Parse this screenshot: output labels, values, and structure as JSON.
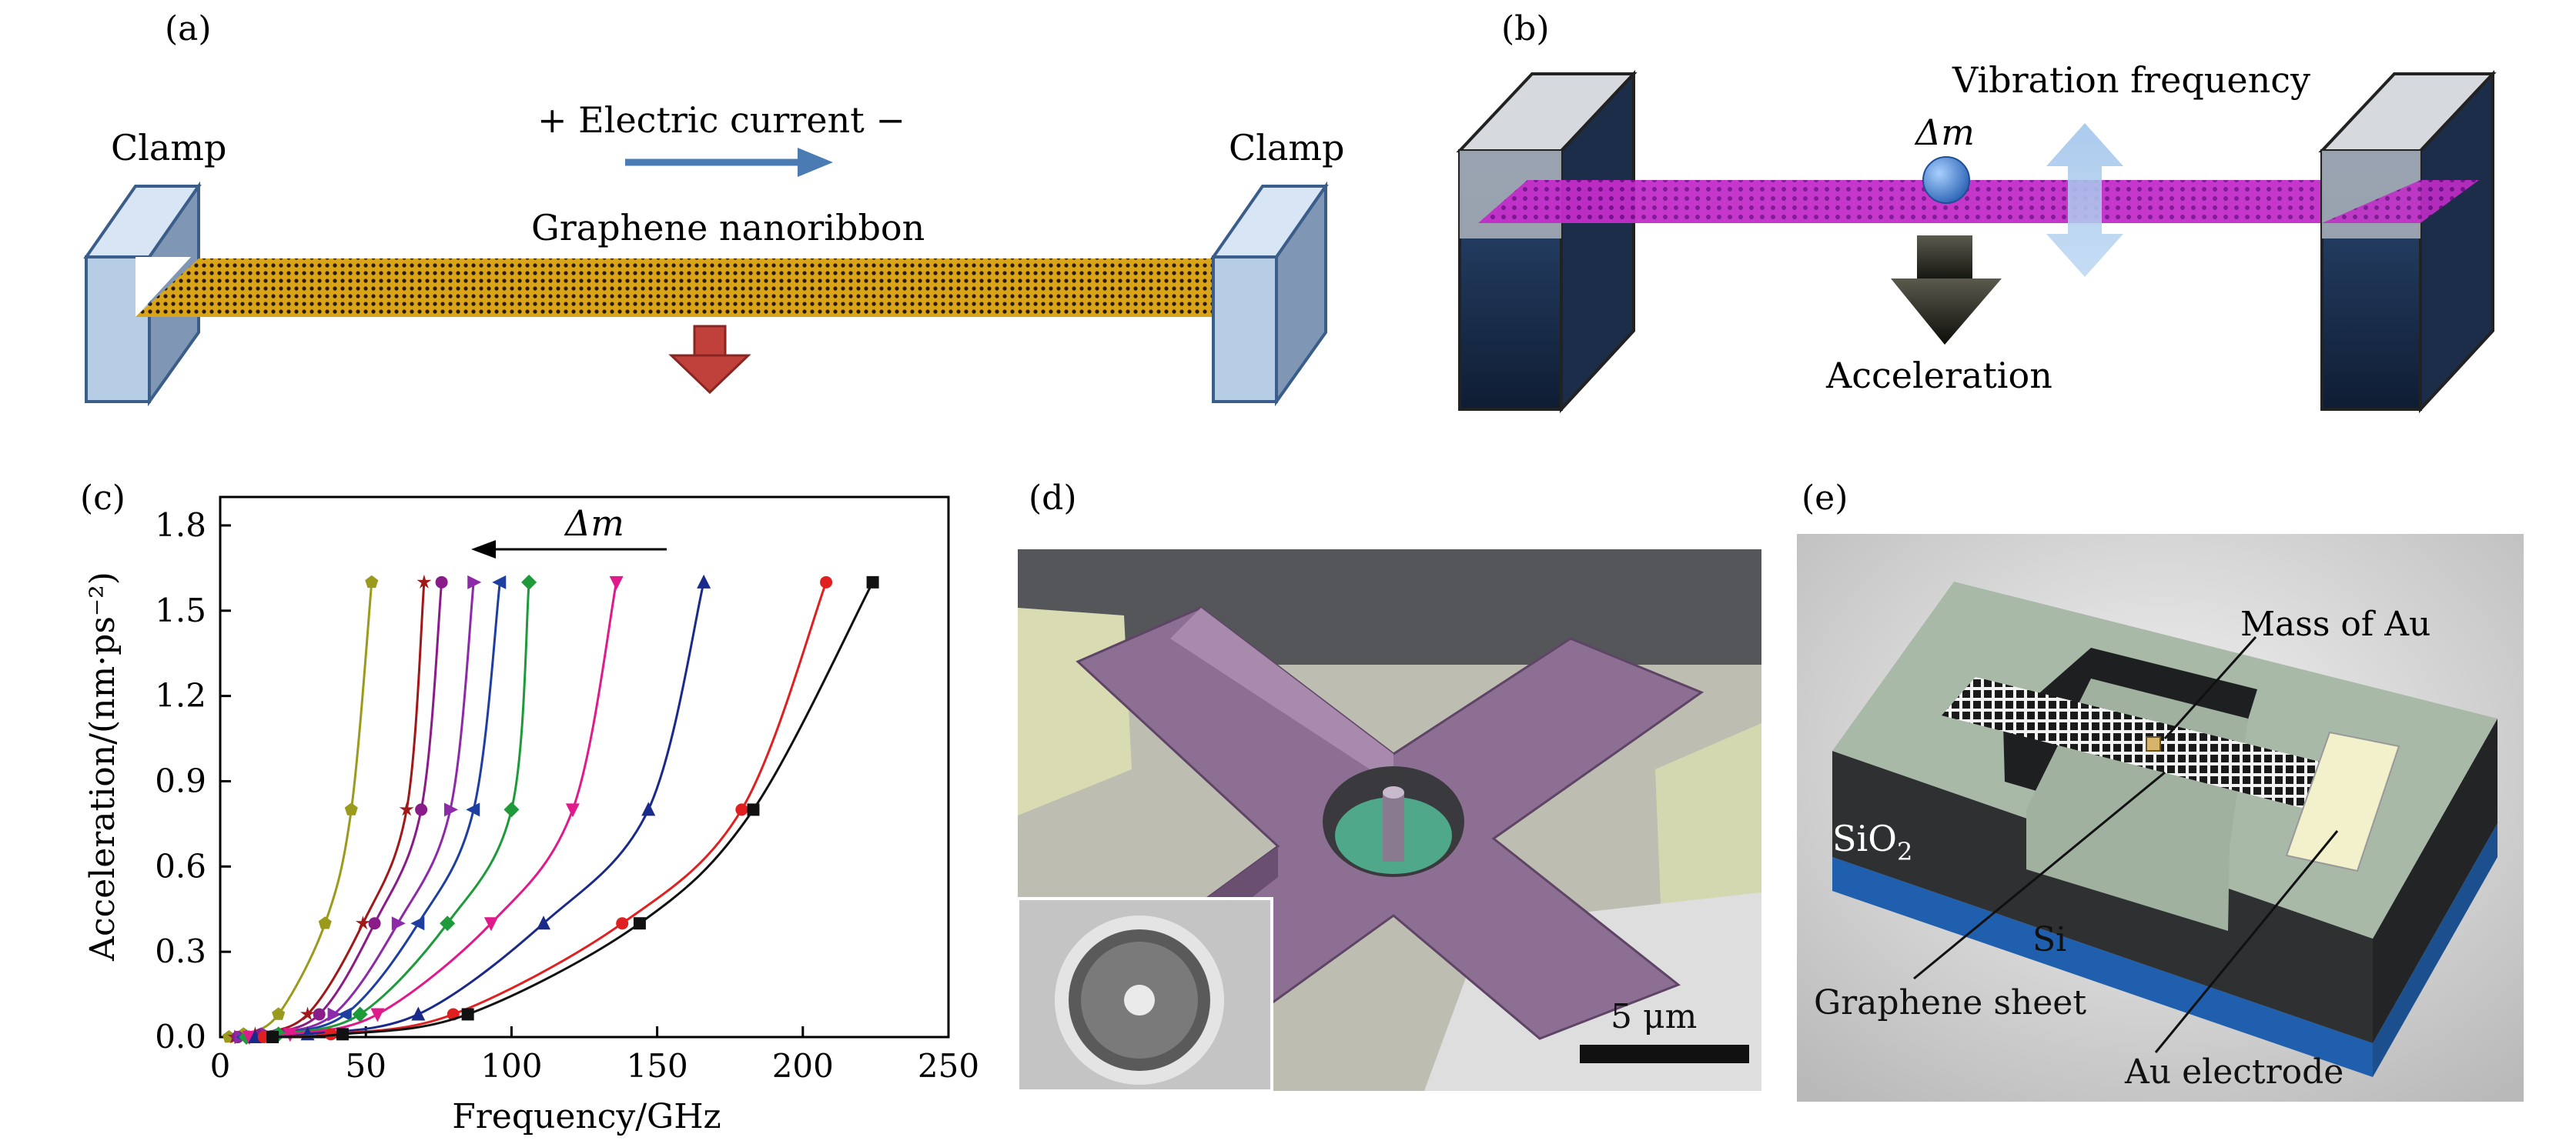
{
  "panel_a": {
    "label": "(a)",
    "clamp_left": "Clamp",
    "clamp_right": "Clamp",
    "current": "+ Electric current −",
    "ribbon": "Graphene nanoribbon",
    "colors": {
      "ribbon": "#d9a418",
      "clamp": "#b6cde6",
      "arrow_current": "#4a7bb3",
      "arrow_down": "#c0403b"
    }
  },
  "panel_b": {
    "label": "(b)",
    "dm": "Δm",
    "vibration": "Vibration frequency",
    "acceleration": "Acceleration",
    "colors": {
      "sheet": "#c02ac8",
      "block": "#1f3658",
      "block_top": "#c8ccd2",
      "ball": "#3f7fcf"
    }
  },
  "panel_c": {
    "label": "(c)",
    "dm_arrow": "Δm",
    "xlabel": "Frequency/GHz",
    "ylabel": "Acceleration/(nm·ps⁻²)",
    "xticks": [
      "0",
      "50",
      "100",
      "150",
      "200",
      "250"
    ],
    "yticks": [
      "0.0",
      "0.3",
      "0.6",
      "0.9",
      "1.2",
      "1.5",
      "1.8"
    ]
  },
  "panel_d": {
    "label": "(d)",
    "scale": "5 μm"
  },
  "panel_e": {
    "label": "(e)",
    "mass": "Mass of Au",
    "sio2": "SiO",
    "sio2_sub": "2",
    "si": "Si",
    "graphene": "Graphene sheet",
    "electrode": "Au electrode"
  },
  "chart_data": {
    "type": "line",
    "xlabel": "Frequency/GHz",
    "ylabel": "Acceleration/(nm·ps⁻²)",
    "xlim": [
      0,
      250
    ],
    "ylim": [
      0,
      1.8
    ],
    "xticks": [
      0,
      50,
      100,
      150,
      200,
      250
    ],
    "yticks": [
      0.0,
      0.3,
      0.6,
      0.9,
      1.2,
      1.5,
      1.8
    ],
    "annotation": "Δm",
    "series": [
      {
        "color": "#9a9a1c",
        "marker": "pentagon",
        "x": [
          3,
          8,
          20,
          36,
          45,
          52
        ],
        "y": [
          0.0,
          0.01,
          0.08,
          0.4,
          0.8,
          1.6
        ]
      },
      {
        "color": "#a01818",
        "marker": "star",
        "x": [
          5,
          12,
          30,
          49,
          64,
          70
        ],
        "y": [
          0.0,
          0.01,
          0.08,
          0.4,
          0.8,
          1.6
        ]
      },
      {
        "color": "#8a1c8a",
        "marker": "circle",
        "x": [
          6,
          14,
          34,
          53,
          69,
          76
        ],
        "y": [
          0.0,
          0.01,
          0.08,
          0.4,
          0.8,
          1.6
        ]
      },
      {
        "color": "#8c2aa8",
        "marker": "triangle-right",
        "x": [
          7,
          16,
          39,
          61,
          79,
          87
        ],
        "y": [
          0.0,
          0.01,
          0.08,
          0.4,
          0.8,
          1.6
        ]
      },
      {
        "color": "#1e3fa0",
        "marker": "triangle-left",
        "x": [
          8,
          18,
          43,
          68,
          87,
          96
        ],
        "y": [
          0.0,
          0.01,
          0.08,
          0.4,
          0.8,
          1.6
        ]
      },
      {
        "color": "#1e9a3a",
        "marker": "diamond",
        "x": [
          9,
          20,
          48,
          78,
          100,
          106
        ],
        "y": [
          0.0,
          0.01,
          0.08,
          0.4,
          0.8,
          1.6
        ]
      },
      {
        "color": "#e01a8a",
        "marker": "triangle-down",
        "x": [
          10,
          24,
          54,
          93,
          121,
          136
        ],
        "y": [
          0.0,
          0.01,
          0.08,
          0.4,
          0.8,
          1.6
        ]
      },
      {
        "color": "#1a2a8a",
        "marker": "triangle-up",
        "x": [
          12,
          30,
          68,
          111,
          147,
          166
        ],
        "y": [
          0.0,
          0.01,
          0.08,
          0.4,
          0.8,
          1.6
        ]
      },
      {
        "color": "#e02020",
        "marker": "circle",
        "x": [
          15,
          38,
          80,
          138,
          179,
          208
        ],
        "y": [
          0.0,
          0.01,
          0.08,
          0.4,
          0.8,
          1.6
        ]
      },
      {
        "color": "#111111",
        "marker": "square",
        "x": [
          18,
          42,
          85,
          144,
          183,
          224
        ],
        "y": [
          0.0,
          0.01,
          0.08,
          0.4,
          0.8,
          1.6
        ]
      }
    ]
  }
}
